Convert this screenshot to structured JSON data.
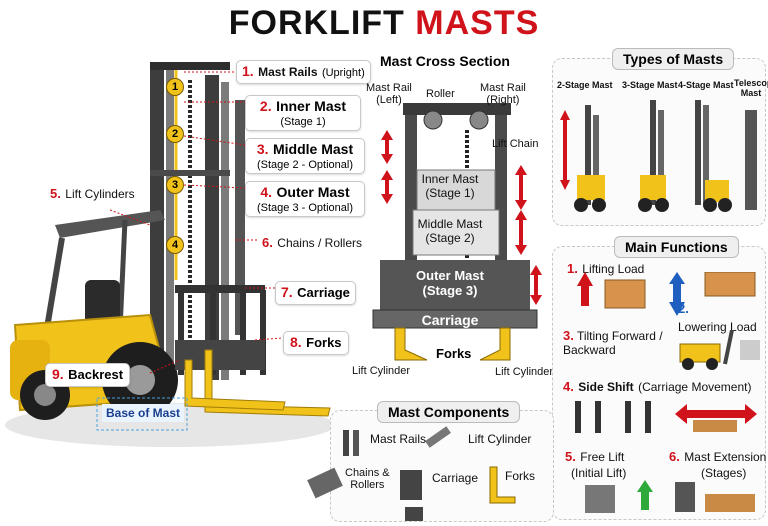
{
  "title": {
    "part1": "FORKLIFT",
    "part2": "MASTS"
  },
  "forklift_labels": [
    {
      "n": "1.",
      "text": "Mast Rails",
      "sub": "(Upright)"
    },
    {
      "n": "2.",
      "text": "Inner Mast",
      "sub": "(Stage 1)"
    },
    {
      "n": "3.",
      "text": "Middle Mast",
      "sub": "(Stage 2 - Optional)"
    },
    {
      "n": "4.",
      "text": "Outer Mast",
      "sub": "(Stage 3 - Optional)"
    },
    {
      "n": "5.",
      "text": "Lift Cylinders"
    },
    {
      "n": "6.",
      "text": "Chains / Rollers"
    },
    {
      "n": "7.",
      "text": "Carriage"
    },
    {
      "n": "8.",
      "text": "Forks"
    },
    {
      "n": "9.",
      "text": "Backrest"
    }
  ],
  "markers": [
    "1",
    "2",
    "3",
    "4"
  ],
  "base_of_mast": "Base of Mast",
  "cross_section": {
    "title": "Mast Cross Section",
    "rail_left": "Mast Rail\n(Left)",
    "roller": "Roller",
    "rail_right": "Mast  Rail\n(Right)",
    "lift_chain": "Lift Chain",
    "inner": "Inner Mast\n(Stage 1)",
    "middle": "Middle Mast\n(Stage 2)",
    "outer": "Outer Mast\n(Stage 3)",
    "carriage": "Carriage",
    "forks": "Forks",
    "lift_cyl_left": "Lift Cylinder",
    "lift_cyl_right": "Lift Cylinder"
  },
  "types": {
    "title": "Types of Masts",
    "items": [
      "2-Stage Mast",
      "3-Stage Mast",
      "4-Stage Mast",
      "Telescopic\nMast"
    ]
  },
  "functions": {
    "title": "Main Functions",
    "f1": {
      "n": "1.",
      "text": "Lifting Load"
    },
    "f2": {
      "n": "2.",
      "text": "Lowering Load"
    },
    "f3": {
      "n": "3.",
      "text": "Tilting Forward /\nBackward"
    },
    "f4": {
      "n": "4.",
      "text": "Side Shift",
      "sub": "(Carriage Movement)"
    },
    "f5": {
      "n": "5.",
      "text": "Free Lift",
      "sub": "(Initial Lift)"
    },
    "f6": {
      "n": "6.",
      "text": "Mast Extension",
      "sub": "(Stages)"
    }
  },
  "components": {
    "title": "Mast Components",
    "rails": "Mast Rails",
    "cylinder": "Lift Cylinder",
    "chains": "Chains &\nRollers",
    "carriage": "Carriage",
    "forks": "Forks"
  },
  "colors": {
    "red": "#d0121b",
    "yellow": "#f1c31a",
    "green": "#2eaa3a",
    "blue": "#1f5fbf"
  }
}
